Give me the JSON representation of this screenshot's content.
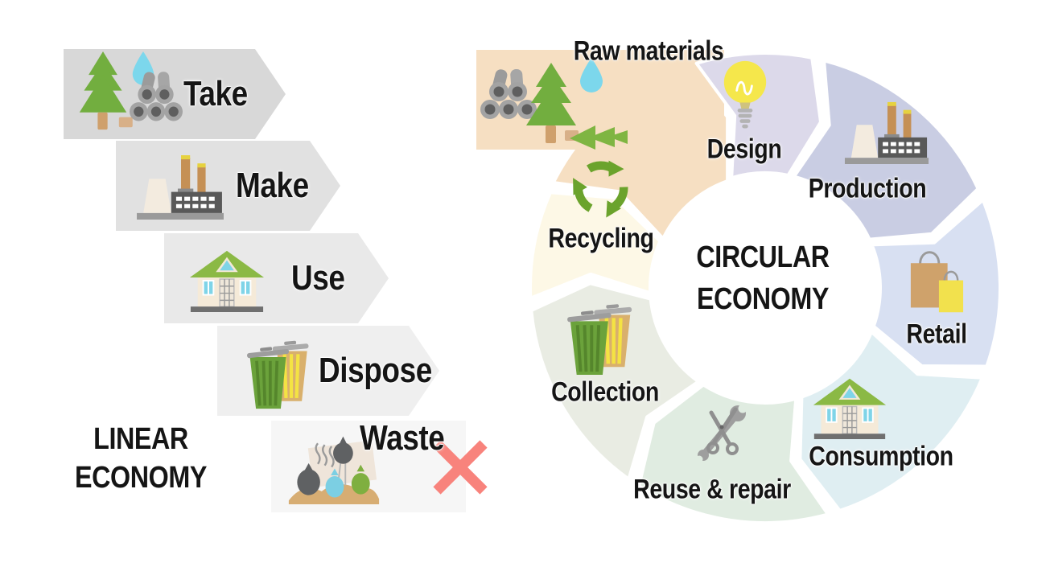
{
  "linear": {
    "title_lines": [
      "LINEAR",
      "ECONOMY"
    ],
    "steps": [
      {
        "label": "Take",
        "icon": "tree-logs-icon",
        "color": "#d8d8d8"
      },
      {
        "label": "Make",
        "icon": "factory-icon",
        "color": "#e1e1e1"
      },
      {
        "label": "Use",
        "icon": "house-icon",
        "color": "#e9e9e9"
      },
      {
        "label": "Dispose",
        "icon": "trash-bins-icon",
        "color": "#efefef"
      },
      {
        "label": "Waste",
        "icon": "waste-bags-icon",
        "color": "#f6f6f6"
      }
    ],
    "reject_marker": {
      "icon": "x-mark-icon",
      "color": "#f8837c"
    }
  },
  "circular": {
    "title_lines": [
      "CIRCULAR",
      "ECONOMY"
    ],
    "segments": [
      {
        "label": "Raw materials",
        "icon": "raw-materials-icon",
        "color": "#f6dfc2"
      },
      {
        "label": "Design",
        "icon": "light-bulb-icon",
        "color": "#dcd9ea"
      },
      {
        "label": "Production",
        "icon": "factory-icon",
        "color": "#c9cde3"
      },
      {
        "label": "Retail",
        "icon": "shopping-bags-icon",
        "color": "#d8e0f2"
      },
      {
        "label": "Consumption",
        "icon": "house-icon",
        "color": "#dfeef2"
      },
      {
        "label": "Reuse & repair",
        "icon": "tools-icon",
        "color": "#e0ece1"
      },
      {
        "label": "Collection",
        "icon": "trash-bins-icon",
        "color": "#e9ece3"
      },
      {
        "label": "Recycling",
        "icon": "recycle-icon",
        "color": "#fdf8e6"
      }
    ]
  }
}
